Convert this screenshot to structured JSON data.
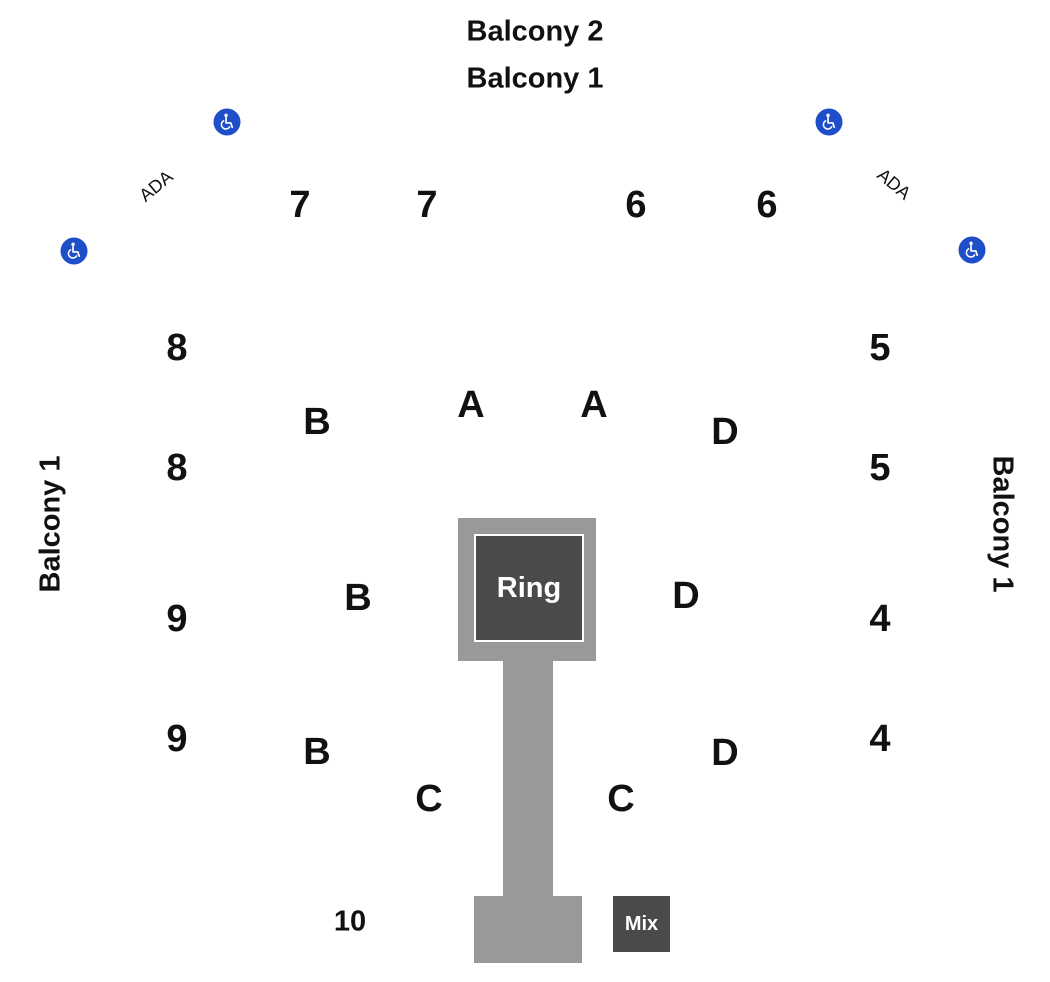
{
  "balconies": {
    "top_upper": "Balcony 2",
    "top_lower": "Balcony 1",
    "left": "Balcony 1",
    "right": "Balcony 1"
  },
  "ada": {
    "left_label": "ADA",
    "right_label": "ADA",
    "icon": "wheelchair-icon",
    "icon_color": "#1f4fc8"
  },
  "sections": {
    "s7a": "7",
    "s7b": "7",
    "s6a": "6",
    "s6b": "6",
    "s8a": "8",
    "s8b": "8",
    "s5a": "5",
    "s5b": "5",
    "s9a": "9",
    "s9b": "9",
    "s4a": "4",
    "s4b": "4",
    "s10": "10"
  },
  "floor": {
    "a1": "A",
    "a2": "A",
    "b1": "B",
    "b2": "B",
    "b3": "B",
    "c1": "C",
    "c2": "C",
    "d1": "D",
    "d2": "D",
    "d3": "D"
  },
  "features": {
    "ring": "Ring",
    "mix": "Mix",
    "stage_color": "#999999",
    "ring_color": "#4a4a4a"
  }
}
